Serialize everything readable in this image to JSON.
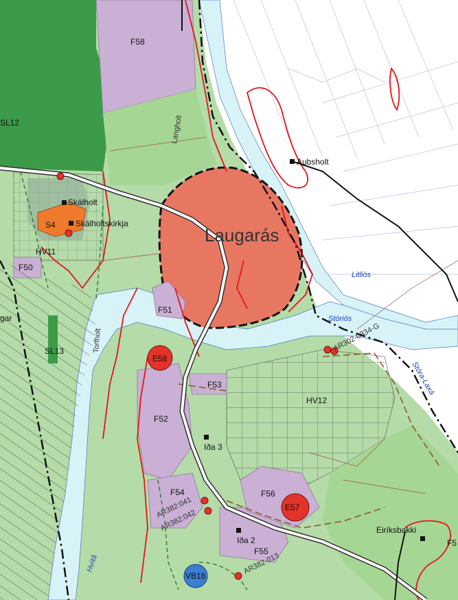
{
  "map": {
    "labels": {
      "f58": "F58",
      "sl12": "SL12",
      "langholt": "Langholt",
      "aubsholt": "Aubsholt",
      "skalholt": "Skálholt",
      "skalholtskirkja": "Skálholtskirkja",
      "s4": "S4",
      "hv11": "HV11",
      "f50": "F50",
      "laugaras": "Laugarás",
      "litlios": "Litliós",
      "storios": "Stóriós",
      "stora_laxa": "Stóra-Laxá",
      "ar_0334g": "AR302-0334-G",
      "f51": "F51",
      "torfholt": "Torfholt",
      "sl13": "SL13",
      "e58": "E58",
      "f53": "F53",
      "hv12": "HV12",
      "f52": "F52",
      "ida3": "Iða 3",
      "f54": "F54",
      "f56": "F56",
      "e57": "E57",
      "ar041": "AR382:041",
      "ar042": "AR382:042",
      "ida2": "Iða 2",
      "f55": "F55",
      "ar013": "AR382-013",
      "vb18": "VB18",
      "hvita": "Hvítá",
      "eiriksbakki": "Eiríksbakki",
      "f5": "F5",
      "left_cut": "gar"
    },
    "colors": {
      "agri": "#b4dba8",
      "grass": "#a6d693",
      "forest": "#3c9b48",
      "lilac": "#c9b0d4",
      "urban": "#e87762",
      "orange": "#ef7a2c",
      "river": "#d8f3f7",
      "red_line": "#e4141a",
      "road": "#6a6a6a",
      "vb_blue": "#3a7fd0"
    },
    "icons": [
      "building-icon",
      "archaeological-site-icon"
    ]
  }
}
